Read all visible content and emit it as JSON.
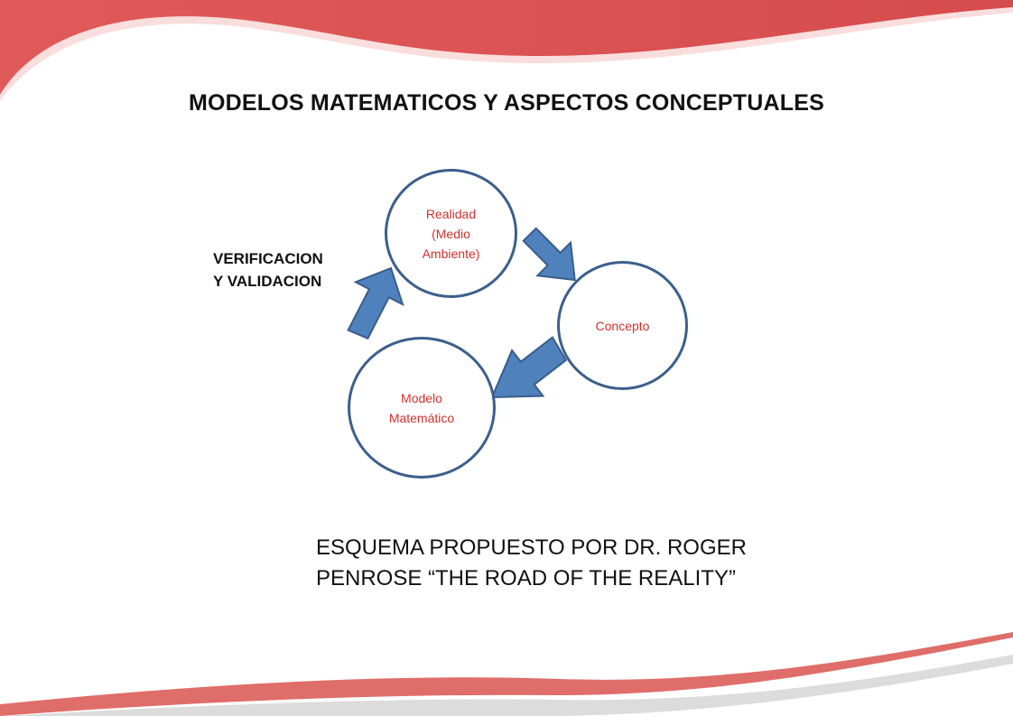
{
  "title": "MODELOS MATEMATICOS Y ASPECTOS CONCEPTUALES",
  "side_label": {
    "line1": "VERIFICACION",
    "line2": "Y VALIDACION"
  },
  "nodes": {
    "realidad": {
      "line1": "Realidad",
      "line2": "(Medio",
      "line3": "Ambiente)"
    },
    "concepto": {
      "line1": "Concepto"
    },
    "modelo": {
      "line1": "Modelo",
      "line2": "Matemático"
    }
  },
  "caption": {
    "line1": "ESQUEMA PROPUESTO POR DR. ROGER",
    "line2": "PENROSE “THE ROAD OF THE REALITY”"
  },
  "colors": {
    "accent_red": "#d9534f",
    "node_border": "#3c5f8c",
    "node_text": "#d0312d",
    "arrow_fill": "#4f81bd",
    "arrow_stroke": "#385d8a"
  }
}
